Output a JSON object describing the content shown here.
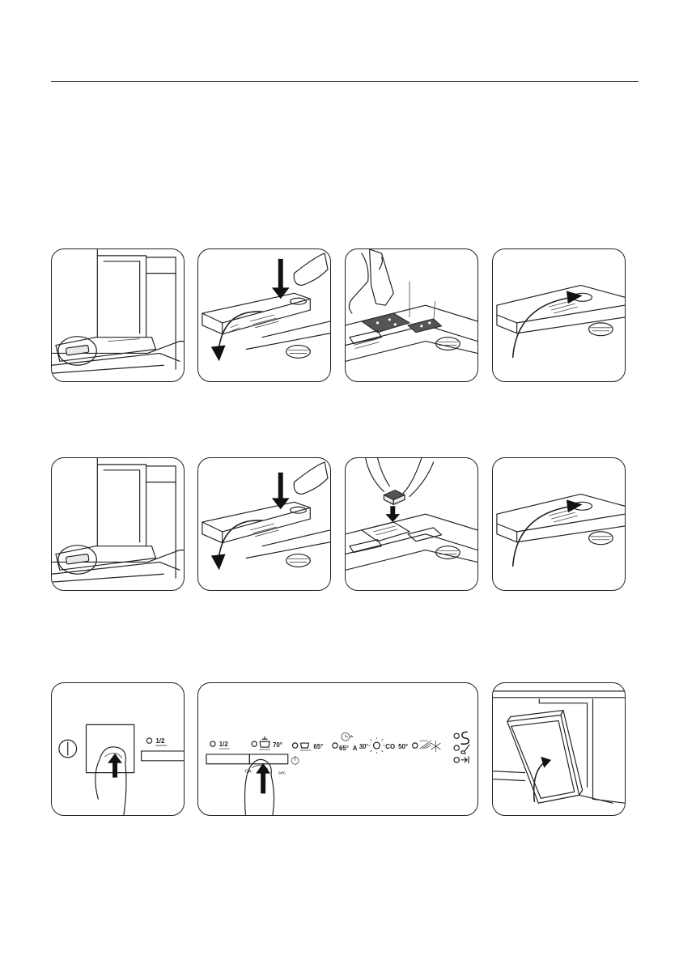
{
  "page": {
    "rule": true
  },
  "steps": {
    "row1": [
      "open-door",
      "press-release-open-lid",
      "fill-detergent",
      "close-lid"
    ],
    "row2": [
      "open-door",
      "press-release-open-lid",
      "insert-tablet",
      "close-lid"
    ],
    "row3": [
      "press-power",
      "select-program",
      "close-door"
    ]
  },
  "icons": {
    "power": "power-icon",
    "arrow_down": "arrow-down-icon",
    "arrow_up": "arrow-up-icon",
    "curved_open": "curved-arrow-open-icon",
    "curved_close": "curved-arrow-close-icon"
  },
  "panel_labels": {
    "half_load": "1/2",
    "p1_temp": "70°",
    "p2_temp": "65°",
    "p3_temp": "65°",
    "p3_a": "A",
    "p3_mins": "30'",
    "p4_label": "CO",
    "p4_temp": "50°",
    "ca": "CA",
    "sec": "sec"
  },
  "colors": {
    "line": "#222222",
    "paper": "#ffffff",
    "tint": "#e9e9e9",
    "dark": "#555555"
  }
}
